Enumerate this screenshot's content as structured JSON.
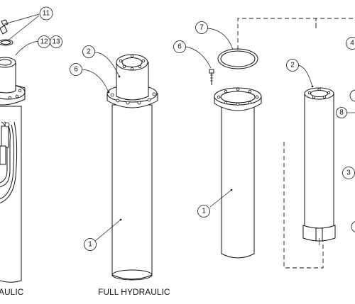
{
  "captions": {
    "left": "AULIC",
    "middle": "FULL HYDRAULIC"
  },
  "callouts": [
    {
      "id": "c11",
      "label": "11"
    },
    {
      "id": "c12",
      "label": "12"
    },
    {
      "id": "c13",
      "label": "13"
    },
    {
      "id": "c2a",
      "label": "2"
    },
    {
      "id": "c6a",
      "label": "6"
    },
    {
      "id": "c1a",
      "label": "1"
    },
    {
      "id": "c7",
      "label": "7"
    },
    {
      "id": "c6b",
      "label": "6"
    },
    {
      "id": "c1b",
      "label": "1"
    },
    {
      "id": "c2b",
      "label": "2"
    },
    {
      "id": "c4",
      "label": "4"
    },
    {
      "id": "c8",
      "label": "8"
    },
    {
      "id": "c3",
      "label": "3"
    }
  ]
}
